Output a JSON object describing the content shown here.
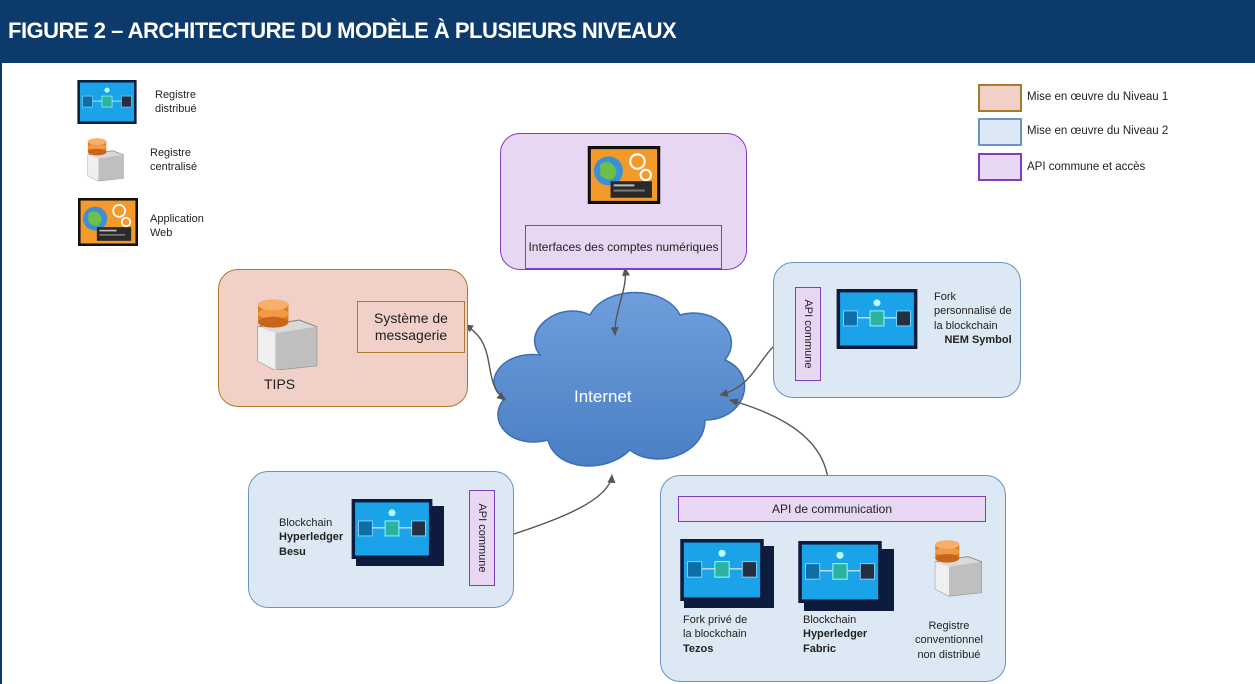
{
  "header": {
    "title": "FIGURE 2 – ARCHITECTURE DU MODÈLE À PLUSIEURS NIVEAUX"
  },
  "icon_legend": {
    "distributed": [
      "Registre",
      "distribué"
    ],
    "centralized": [
      "Registre",
      "centralisé"
    ],
    "webapp": [
      "Application",
      "Web"
    ]
  },
  "color_legend": {
    "level1": "Mise en œuvre du Niveau 1",
    "level2": "Mise en œuvre du Niveau 2",
    "api": "API commune et accès"
  },
  "interfaces": {
    "label": "Interfaces des comptes numériques"
  },
  "messaging": {
    "label": "Système de messagerie",
    "server_label": "TIPS"
  },
  "cloud": {
    "label": "Internet"
  },
  "nem": {
    "api": "API commune",
    "line1": "Fork",
    "line2": "personnalisé de",
    "line3": "la blockchain",
    "bold": "NEM Symbol"
  },
  "besu": {
    "api": "API commune",
    "line1": "Blockchain",
    "bold1": "Hyperledger",
    "bold2": "Besu"
  },
  "comm": {
    "api": "API de communication",
    "tezos": {
      "line1": "Fork privé de",
      "line2": "la blockchain",
      "bold": "Tezos"
    },
    "fabric": {
      "line1": "Blockchain",
      "bold1": "Hyperledger",
      "bold2": "Fabric"
    },
    "conv": {
      "line1": "Registre",
      "line2": "conventionnel",
      "line3": "non distribué"
    }
  },
  "colors": {
    "header": "#0c3a6b",
    "level1": "#f1d0c8",
    "level2": "#dde8f5",
    "api": "#e8d7f3",
    "cloud": "#5b8fd1"
  }
}
